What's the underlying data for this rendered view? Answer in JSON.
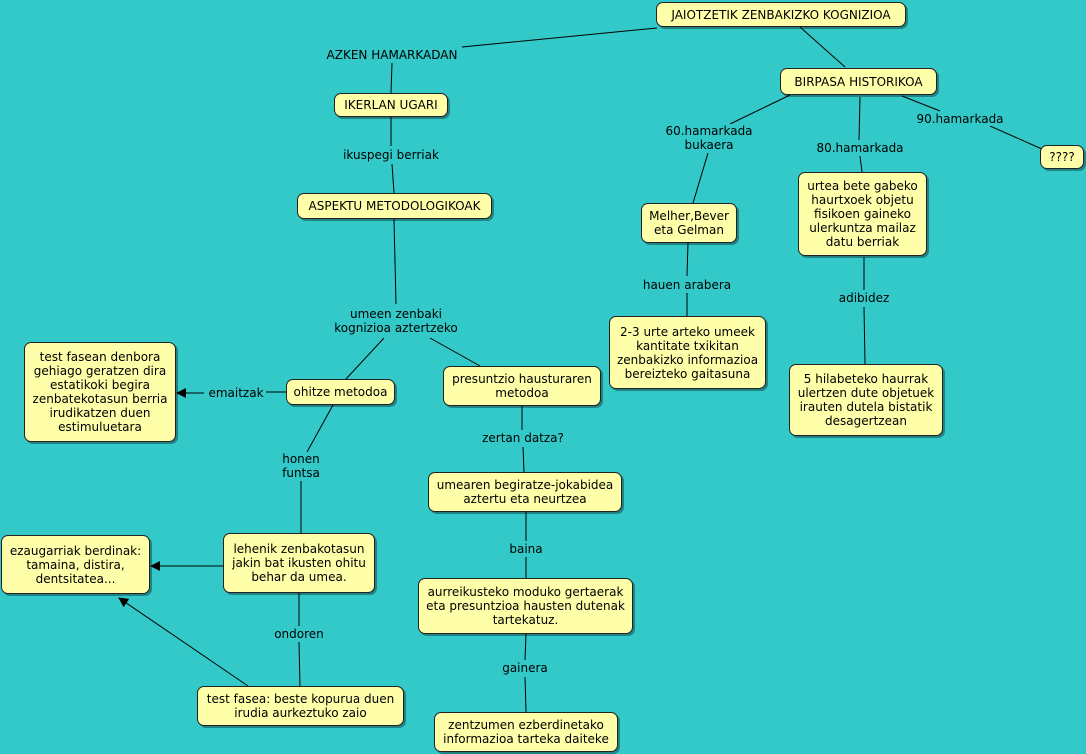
{
  "nodes": {
    "root": "JAIOTZETIK ZENBAKIZKO KOGNIZIOA",
    "birpasa": "BIRPASA HISTORIKOA",
    "ikerlan": "IKERLAN UGARI",
    "aspektu": "ASPEKTU METODOLOGIKOAK",
    "melher": "Melher,Bever\neta Gelman",
    "urtea": "urtea bete gabeko\nhaurtxoek objetu\nfisikoen gaineko\nulerkuntza mailaz\ndatu berriak",
    "question": "????",
    "urte23": "2-3 urte arteko umeek\nkantitate txikitan\nzenbakizko informazioa\nbereizteko gaitasuna",
    "hilabete5": "5 hilabeteko haurrak\nulertzen dute objetuek\nirauten dutela bistatik\ndesagertzean",
    "test_denbora": "test fasean denbora\ngehiago geratzen dira\nestatikoki begira\nzenbatekotasun berria\nirudikatzen duen\nestimuluetara",
    "ohitze": "ohitze metodoa",
    "presuntzio": "presuntzio hausturaren\nmetodoa",
    "begiratze": "umearen begiratze-jokabidea\naztertu eta neurtzea",
    "ezaugarriak": "ezaugarriak berdinak:\ntamaina, distira,\ndentsitatea...",
    "lehenik": "lehenik zenbakotasun\njakin bat ikusten ohitu\nbehar da umea.",
    "aurreikusteko": "aurreikusteko moduko gertaerak\neta presuntzioa hausten dutenak\ntartekatuz.",
    "test_fasea": "test fasea: beste kopurua duen\nirudia aurkeztuko zaio",
    "zentzumen": "zentzumen ezberdinetako\ninformazioa tarteka daiteke"
  },
  "labels": {
    "azken": "AZKEN HAMARKADAN",
    "ikuspegi": "ikuspegi berriak",
    "h60": "60.hamarkada\nbukaera",
    "h80": "80.hamarkada",
    "h90": "90.hamarkada",
    "hauen": "hauen arabera",
    "adibidez": "adibidez",
    "umeen": "umeen zenbaki\nkognizioa aztertzeko",
    "emaitzak": "emaitzak",
    "honen": "honen\nfuntsa",
    "zertan": "zertan datza?",
    "baina": "baina",
    "ondoren": "ondoren",
    "gainera": "gainera"
  }
}
